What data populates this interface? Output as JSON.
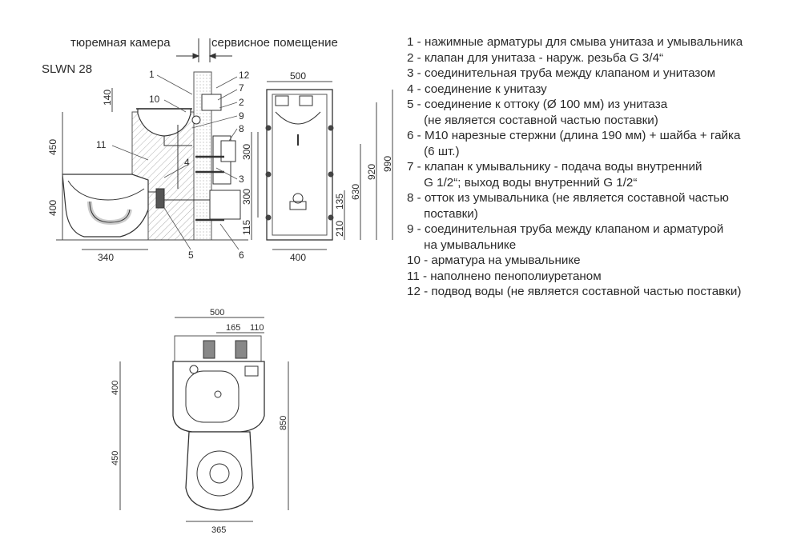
{
  "header": {
    "left_room": "тюремная камера",
    "right_room": "сервисное помещение",
    "model": "SLWN 28"
  },
  "side_view": {
    "callouts": [
      "1",
      "2",
      "3",
      "4",
      "5",
      "6",
      "7",
      "8",
      "9",
      "10",
      "11",
      "12"
    ],
    "dims": {
      "d140": "140",
      "d450": "450",
      "d400": "400",
      "d340": "340",
      "d300a": "300",
      "d300b": "300",
      "d115": "115"
    }
  },
  "back_view": {
    "dims": {
      "w500": "500",
      "w400": "400",
      "h135": "135",
      "h210": "210",
      "h630": "630",
      "h920": "920",
      "h990": "990"
    }
  },
  "top_view": {
    "dims": {
      "w500": "500",
      "w165": "165",
      "w110": "110",
      "h400": "400",
      "h450": "450",
      "h850": "850",
      "w365": "365"
    }
  },
  "legend": [
    "1 - нажимные арматуры для смыва унитаза и умывальника",
    "2 - клапан для унитаза - наруж. резьба G 3/4“",
    "3 - соединительная труба между клапаном и унитазом",
    "4 - соединение к унитазу",
    "5 - соединение к оттоку (Ø 100 мм) из унитаза",
    "     (не является составной частью поставки)",
    "6 - M10 нарезные стержни (длина 190 мм) + шайба + гайка",
    "     (6 шт.)",
    "7 - клапан к умывальнику - подача воды внутренний",
    "     G 1/2“; выход воды внутренний G 1/2“",
    "8 - отток из умывальника (не является составной частью",
    "     поставки)",
    "9 - соединительная труба между клапаном и арматурой",
    "     на умывальнике",
    "10 - арматура на умывальнике",
    "11 - наполнено пенополиуретаном",
    "12 - подвод воды (не является составной частью поставки)"
  ]
}
